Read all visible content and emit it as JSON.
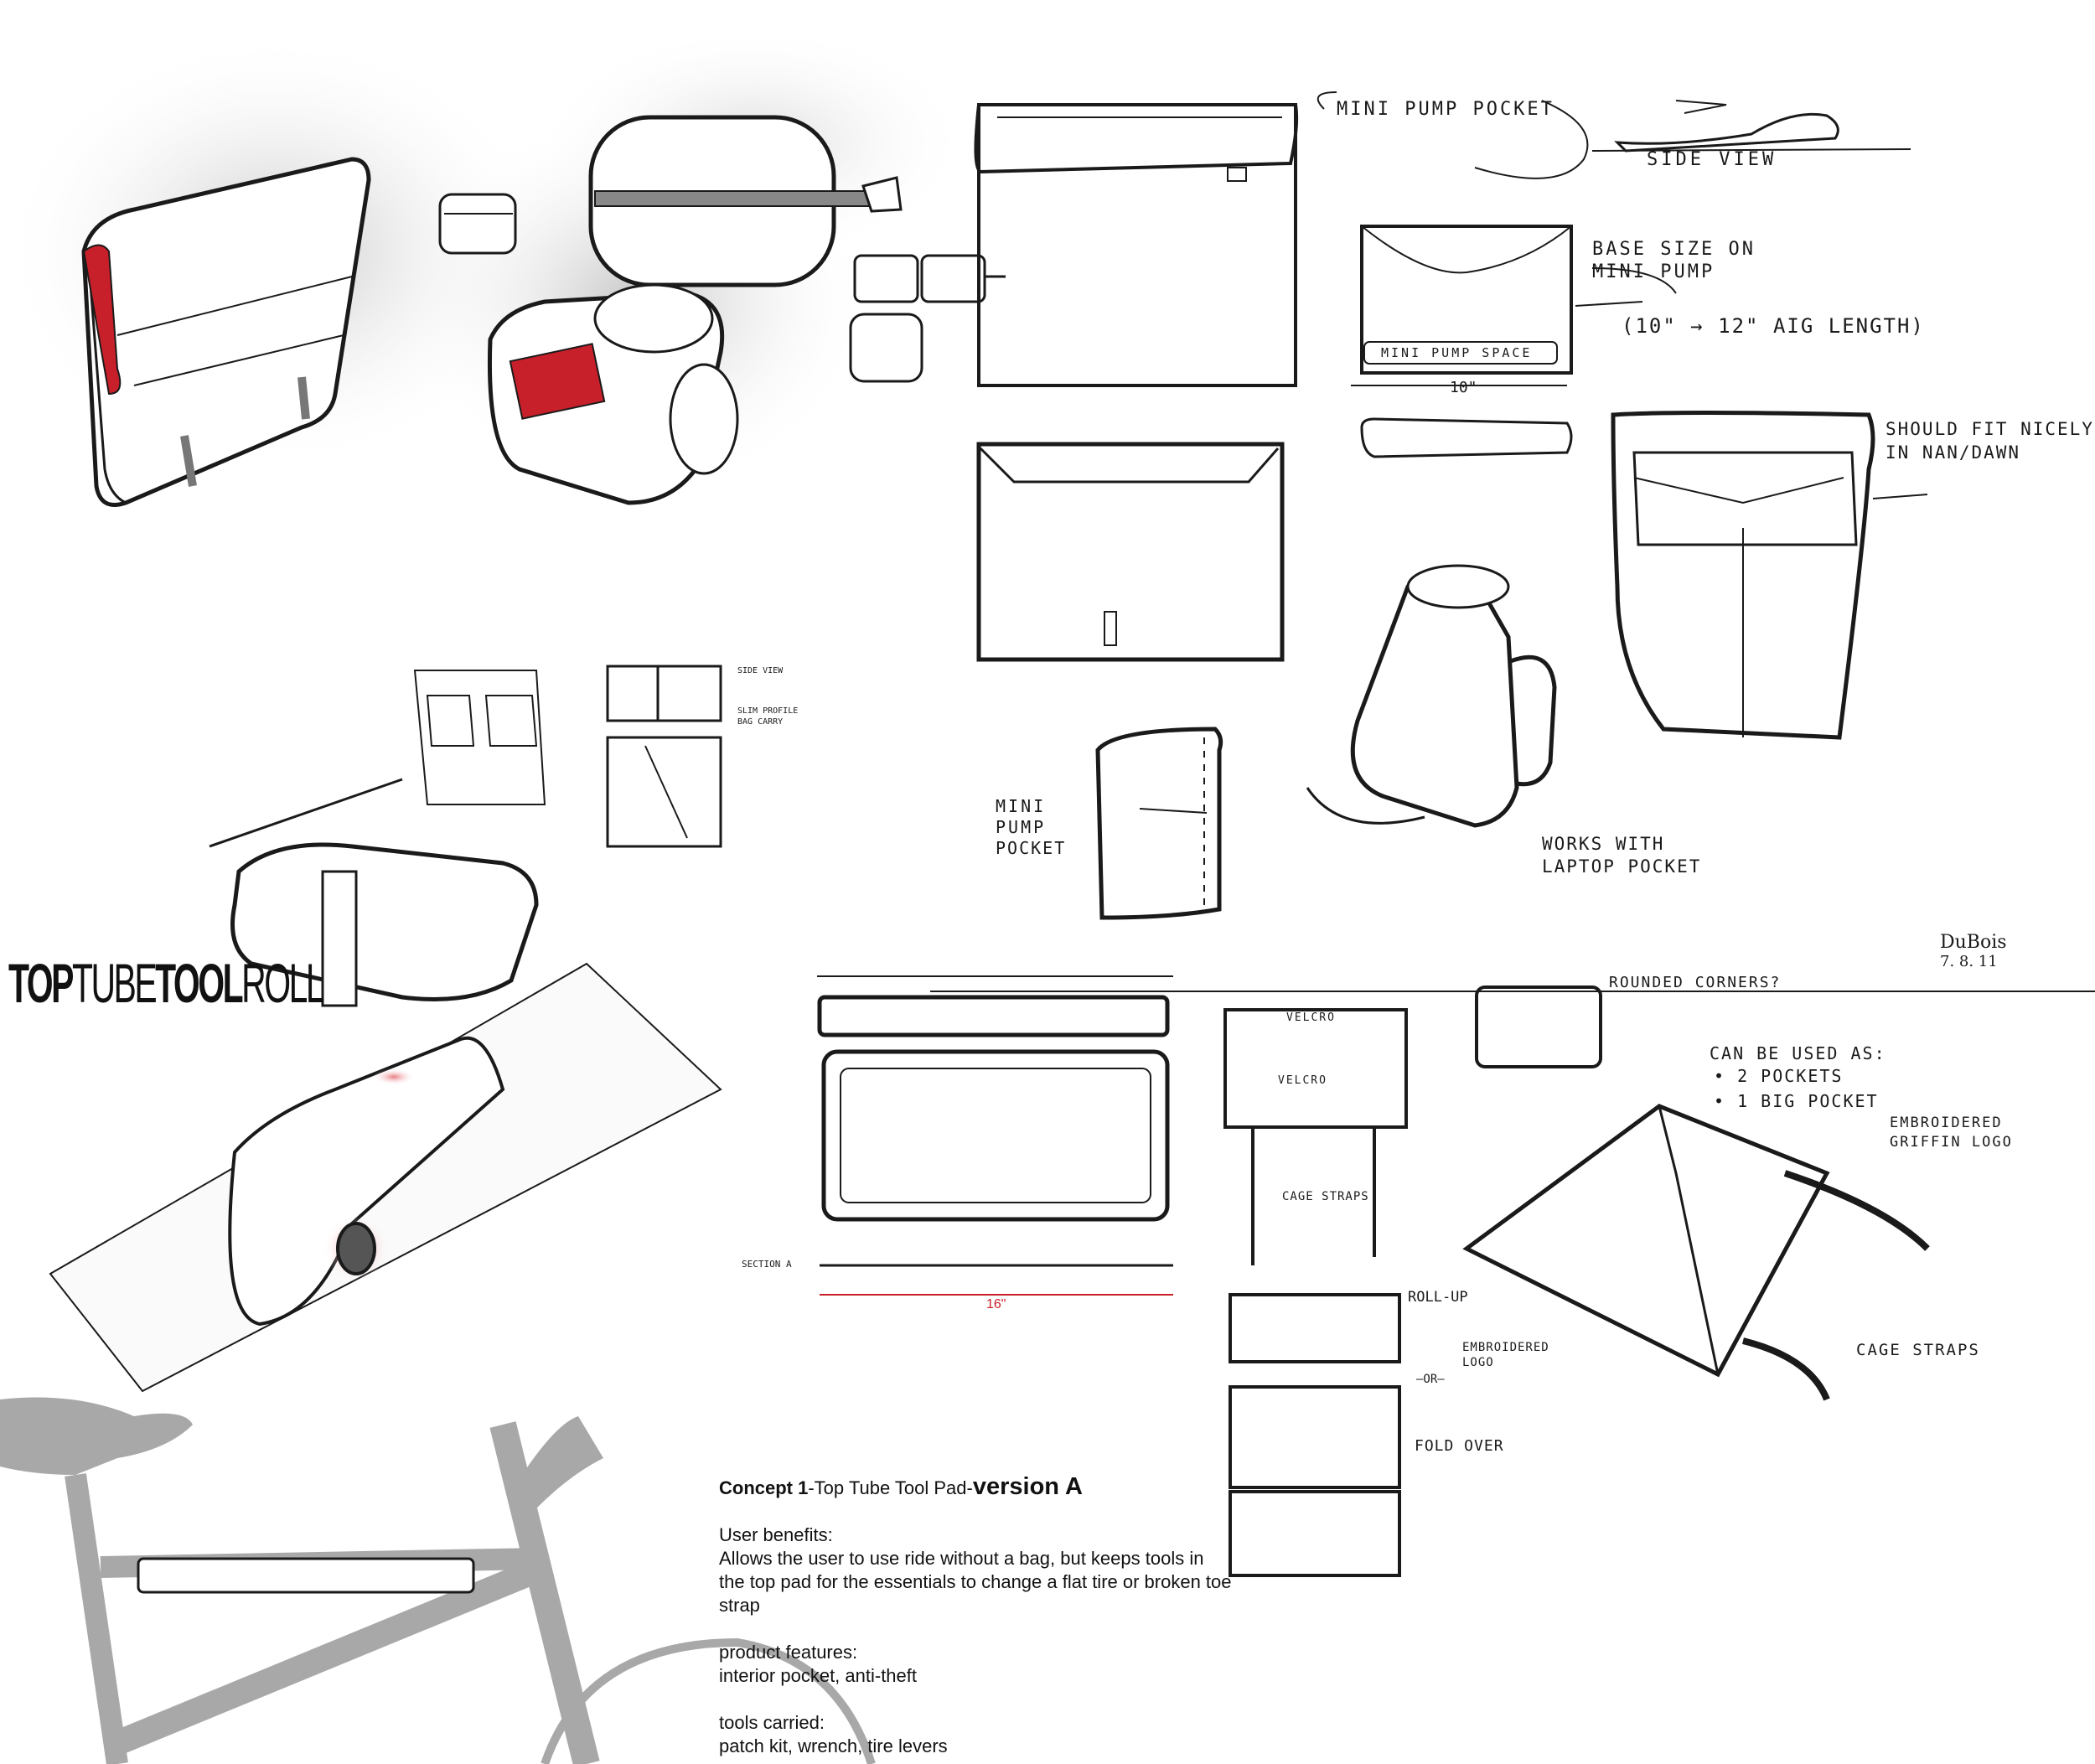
{
  "branding": {
    "top": "TOP",
    "tube": "TUBE",
    "tool": "TOOL",
    "roll": "ROLL"
  },
  "annotations": {
    "mini_pump_pocket_top": "MINI PUMP POCKET",
    "side_view": "SIDE VIEW",
    "base_size_line1": "BASE SIZE ON",
    "base_size_line2": "MINI PUMP",
    "length_range": "(10\" → 12\" AIG LENGTH)",
    "mini_pump_space": "MINI PUMP SPACE",
    "ten_inch": "10\"",
    "should_fit_line1": "SHOULD FIT NICELY",
    "should_fit_line2": "IN NAN/DAWN",
    "mini_pump_pocket_lower_1": "MINI",
    "mini_pump_pocket_lower_2": "PUMP",
    "mini_pump_pocket_lower_3": "POCKET",
    "works_with_line1": "WORKS WITH",
    "works_with_line2": "LAPTOP POCKET",
    "signature_name": "DuBois",
    "signature_date": "7. 8. 11",
    "rounded_corners": "ROUNDED CORNERS?",
    "velcro_1": "VELCRO",
    "velcro_2": "VELCRO",
    "cage_straps_small": "CAGE STRAPS",
    "can_be_used_as": "CAN BE USED AS:",
    "two_pockets": "• 2 POCKETS",
    "one_big_pocket": "• 1 BIG POCKET",
    "embroidered_griffin_1": "EMBROIDERED",
    "embroidered_griffin_2": "GRIFFIN LOGO",
    "roll_up": "ROLL-UP",
    "embroidered_logo_1": "EMBROIDERED",
    "embroidered_logo_2": "LOGO",
    "or": "—OR—",
    "fold_over": "FOLD OVER",
    "cage_straps_large": "CAGE STRAPS",
    "side_view_small": "SIDE VIEW",
    "slim_profile_1": "SLIM PROFILE",
    "slim_profile_2": "BAG CARRY",
    "section_a": "SECTION A",
    "sixteen_inch": "16\""
  },
  "concept": {
    "title_bold": "Concept 1",
    "title_mid": "-Top Tube Tool Pad-",
    "title_version": "version A",
    "benefits_heading": "User benefits:",
    "benefits_line1": "Allows the user to use ride without a bag, but keeps tools in",
    "benefits_line2": "the top pad for the essentials to change a flat tire or broken toe",
    "benefits_line3": "strap",
    "features_heading": "product features:",
    "features_text": "interior pocket, anti-theft",
    "tools_heading": "tools carried:",
    "tools_text": "patch kit, wrench, tire levers"
  },
  "colors": {
    "accent_red": "#c8202a",
    "ink": "#1a1a1a",
    "bike_gray": "#a8a8a8"
  }
}
